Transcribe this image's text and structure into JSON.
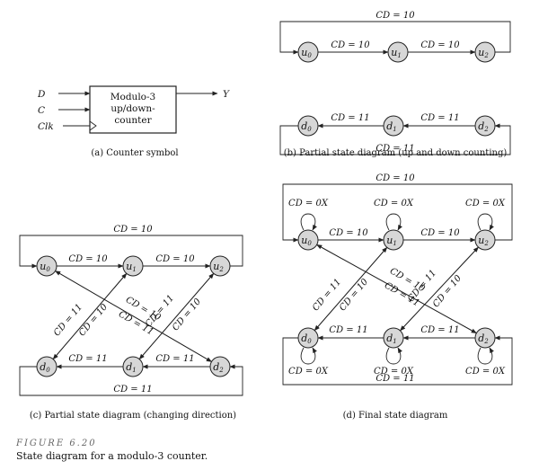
{
  "symbol": {
    "box_lines": [
      "Modulo-3",
      "up/down-",
      "counter"
    ],
    "inputs": [
      "D",
      "C",
      "Clk"
    ],
    "output": "Y",
    "caption": "(a)  Counter symbol"
  },
  "node_labels": {
    "u0": [
      "u",
      "0"
    ],
    "u1": [
      "u",
      "1"
    ],
    "u2": [
      "u",
      "2"
    ],
    "d0": [
      "d",
      "0"
    ],
    "d1": [
      "d",
      "1"
    ],
    "d2": [
      "d",
      "2"
    ]
  },
  "edge_labels": {
    "cd10": "CD = 10",
    "cd11": "CD = 11",
    "cd0x": "CD = 0X"
  },
  "captions": {
    "b": "(b)  Partial state diagram (up and down counting)",
    "c": "(c)  Partial state diagram (changing direction)",
    "d": "(d)  Final state diagram"
  },
  "figure": {
    "number": "FIGURE  6.20",
    "description": "State diagram for a modulo-3 counter."
  }
}
